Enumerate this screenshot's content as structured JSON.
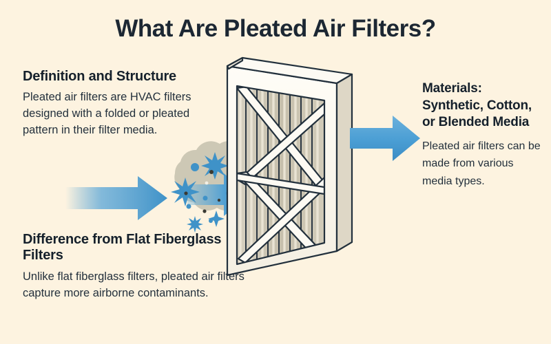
{
  "page": {
    "title": "What Are Pleated Air Filters?",
    "background_color": "#fdf3e0",
    "heading_color": "#15202b",
    "body_text_color": "#23303c",
    "accent_color": "#4a9ed4"
  },
  "sections": {
    "definition": {
      "heading": "Definition and Structure",
      "body": "Pleated air filters are HVAC filters designed with a folded or pleated pattern in their filter media."
    },
    "difference": {
      "heading": "Difference from Flat Fiberglass Filters",
      "body": "Unlike flat fiberglass filters, pleated air filters capture more airborne contaminants."
    },
    "materials": {
      "heading": "Materials: Synthetic, Cotton, or Blended Media",
      "body": "Pleated air filters can be made from various media types."
    }
  },
  "illustration": {
    "filter_name": "pleated-air-filter",
    "frame_color": "#fdfaf3",
    "pleat_color": "#cdc6b4",
    "outline_color": "#22303c",
    "dust_cloud_color": "#c9c4b2",
    "particle_color": "#3f92c8",
    "inlet_arrow_label": "dirty-air-inflow",
    "outlet_arrow_label": "clean-air-outflow"
  }
}
